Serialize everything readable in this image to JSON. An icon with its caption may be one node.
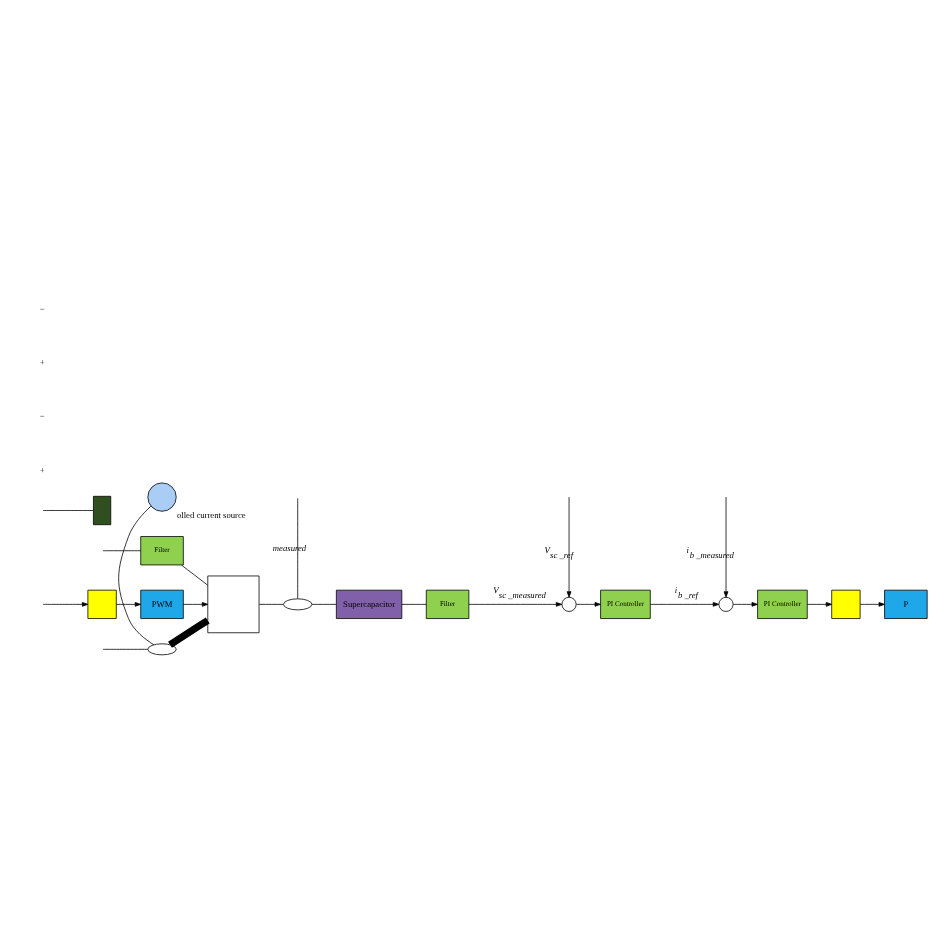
{
  "diagram": {
    "nodes": [
      {
        "text": [],
        "shape": "circle",
        "beside": [
          "olled current source"
        ]
      },
      {
        "text": [],
        "shape": "ellipse"
      },
      {
        "text": [
          "Filter"
        ]
      },
      {
        "text": [],
        "shape": "box"
      },
      {
        "text": [],
        "shape": "box"
      },
      {
        "text": [
          "PWM"
        ]
      },
      {
        "text": [],
        "shape": "box"
      },
      {
        "text": [],
        "shape": "ellipse"
      },
      {
        "text": [
          "Filter"
        ]
      },
      {
        "text": [
          "Supercapacitor"
        ]
      },
      {
        "text": [],
        "shape": "circle"
      },
      {
        "text": [
          "PI Controller"
        ]
      },
      {
        "text": [],
        "shape": "circle"
      },
      {
        "text": [
          "PI Controller"
        ]
      },
      {
        "text": [],
        "shape": "box"
      },
      {
        "text": [
          "P"
        ]
      }
    ],
    "edges": [
      {
        "from": 0,
        "to": 1,
        "arrow": "none"
      },
      {
        "from": 1,
        "to": null,
        "arrow": "none"
      },
      {
        "from": 1,
        "to": 6,
        "arrow": "none",
        "style": "thick"
      },
      {
        "from": null,
        "to": 2,
        "arrow": "none"
      },
      {
        "from": 2,
        "to": 6,
        "arrow": "none"
      },
      {
        "from": 3,
        "to": null,
        "arrow": "none"
      },
      {
        "from": null,
        "to": 4,
        "arrow": "to"
      },
      {
        "from": 4,
        "to": 5,
        "arrow": "to"
      },
      {
        "from": 5,
        "to": 6,
        "arrow": "to"
      },
      {
        "from": 6,
        "to": 7,
        "arrow": "none"
      },
      {
        "from": 7,
        "to": null,
        "arrow": "none",
        "label": "$_{measured}$"
      },
      {
        "from": 7,
        "to": 9,
        "arrow": "none"
      },
      {
        "from": 9,
        "to": 8,
        "arrow": "none"
      },
      {
        "from": 8,
        "to": 10,
        "arrow": "to",
        "label": "V$_{sc _measured}$"
      },
      {
        "from": null,
        "to": 10,
        "arrow": "to",
        "label": "V$_{sc _ref}$"
      },
      {
        "from": 10,
        "to": 11,
        "arrow": "to"
      },
      {
        "from": 11,
        "to": 12,
        "arrow": "to",
        "label": "i$_{b _ref}$"
      },
      {
        "from": 12,
        "to": 13,
        "arrow": "to"
      },
      {
        "from": 13,
        "to": 14,
        "arrow": "to"
      },
      {
        "from": 14,
        "to": 15,
        "arrow": "to"
      },
      {
        "from": null,
        "to": 12,
        "arrow": "to",
        "label": "i$_{b _measured}$"
      }
    ],
    "labels": [
      "+",
      "−",
      "+",
      "−"
    ]
  }
}
